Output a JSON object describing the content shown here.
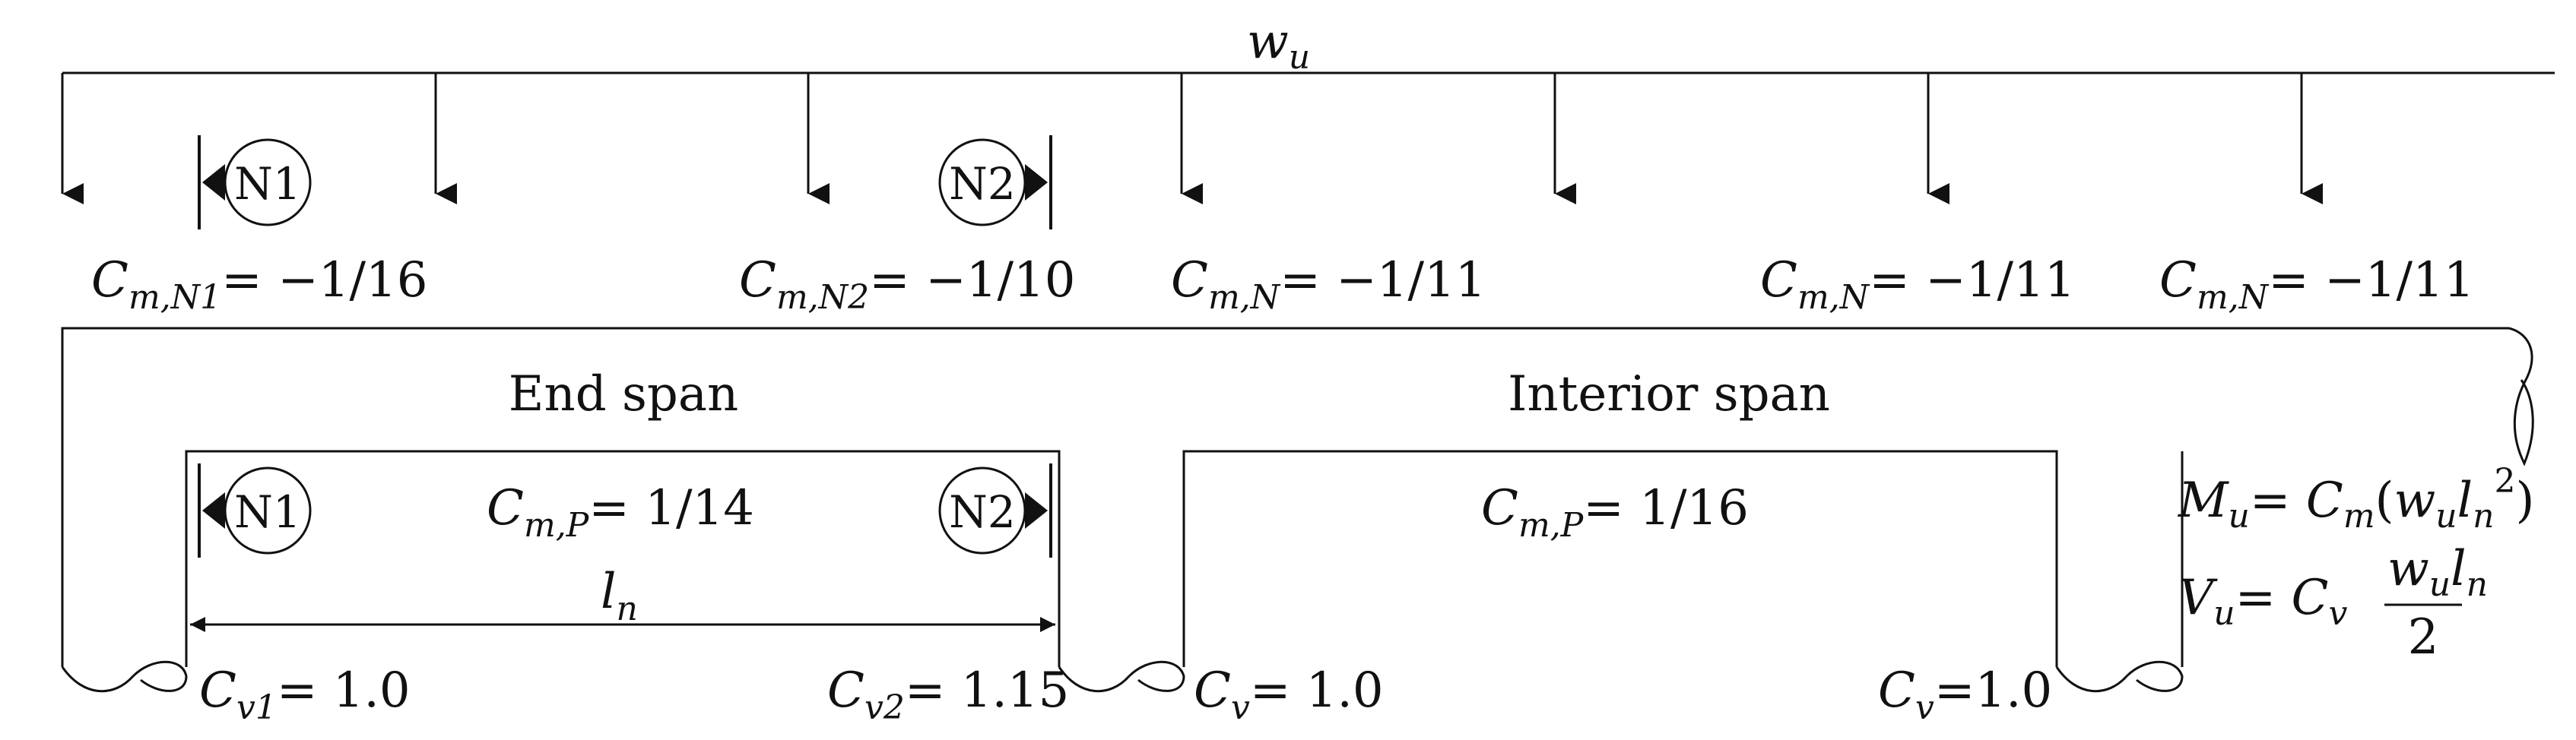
{
  "load": {
    "symbol": "w",
    "subscript": "u"
  },
  "section_markers": {
    "n1": "N1",
    "n2": "N2"
  },
  "negative_moments": [
    {
      "main": "C",
      "sub": "m,N1",
      "value": "= −1/16"
    },
    {
      "main": "C",
      "sub": "m,N2",
      "value": "= −1/10"
    },
    {
      "main": "C",
      "sub": "m,N",
      "value": "= −1/11"
    },
    {
      "main": "C",
      "sub": "m,N",
      "value": "= −1/11"
    },
    {
      "main": "C",
      "sub": "m,N",
      "value": "= −1/11"
    }
  ],
  "spans": {
    "end": "End span",
    "interior": "Interior span"
  },
  "positive_moments": [
    {
      "main": "C",
      "sub": "m,P",
      "value": "= 1/14"
    },
    {
      "main": "C",
      "sub": "m,P",
      "value": "= 1/16"
    }
  ],
  "clear_span": {
    "symbol": "l",
    "subscript": "n"
  },
  "shears": [
    {
      "main": "C",
      "sub": "v1",
      "value": "= 1.0"
    },
    {
      "main": "C",
      "sub": "v2",
      "value": "= 1.15"
    },
    {
      "main": "C",
      "sub": "v",
      "value": "= 1.0"
    },
    {
      "main": "C",
      "sub": "v",
      "value": "=1.0"
    }
  ],
  "formulas": {
    "moment": {
      "lhs_main": "M",
      "lhs_sub": "u",
      "eq": "= ",
      "c": "C",
      "c_sub": "m",
      "open": "(",
      "w": "w",
      "w_sub": "u",
      "l": "l",
      "l_sub": "n",
      "exp": "2",
      "close": ")"
    },
    "shear": {
      "lhs_main": "V",
      "lhs_sub": "u",
      "eq": "= ",
      "c": "C",
      "c_sub": "v",
      "num_w": "w",
      "num_w_sub": "u",
      "num_l": "l",
      "num_l_sub": "n",
      "den": "2"
    }
  },
  "colors": {
    "ink": "#111111",
    "background": "#ffffff"
  }
}
